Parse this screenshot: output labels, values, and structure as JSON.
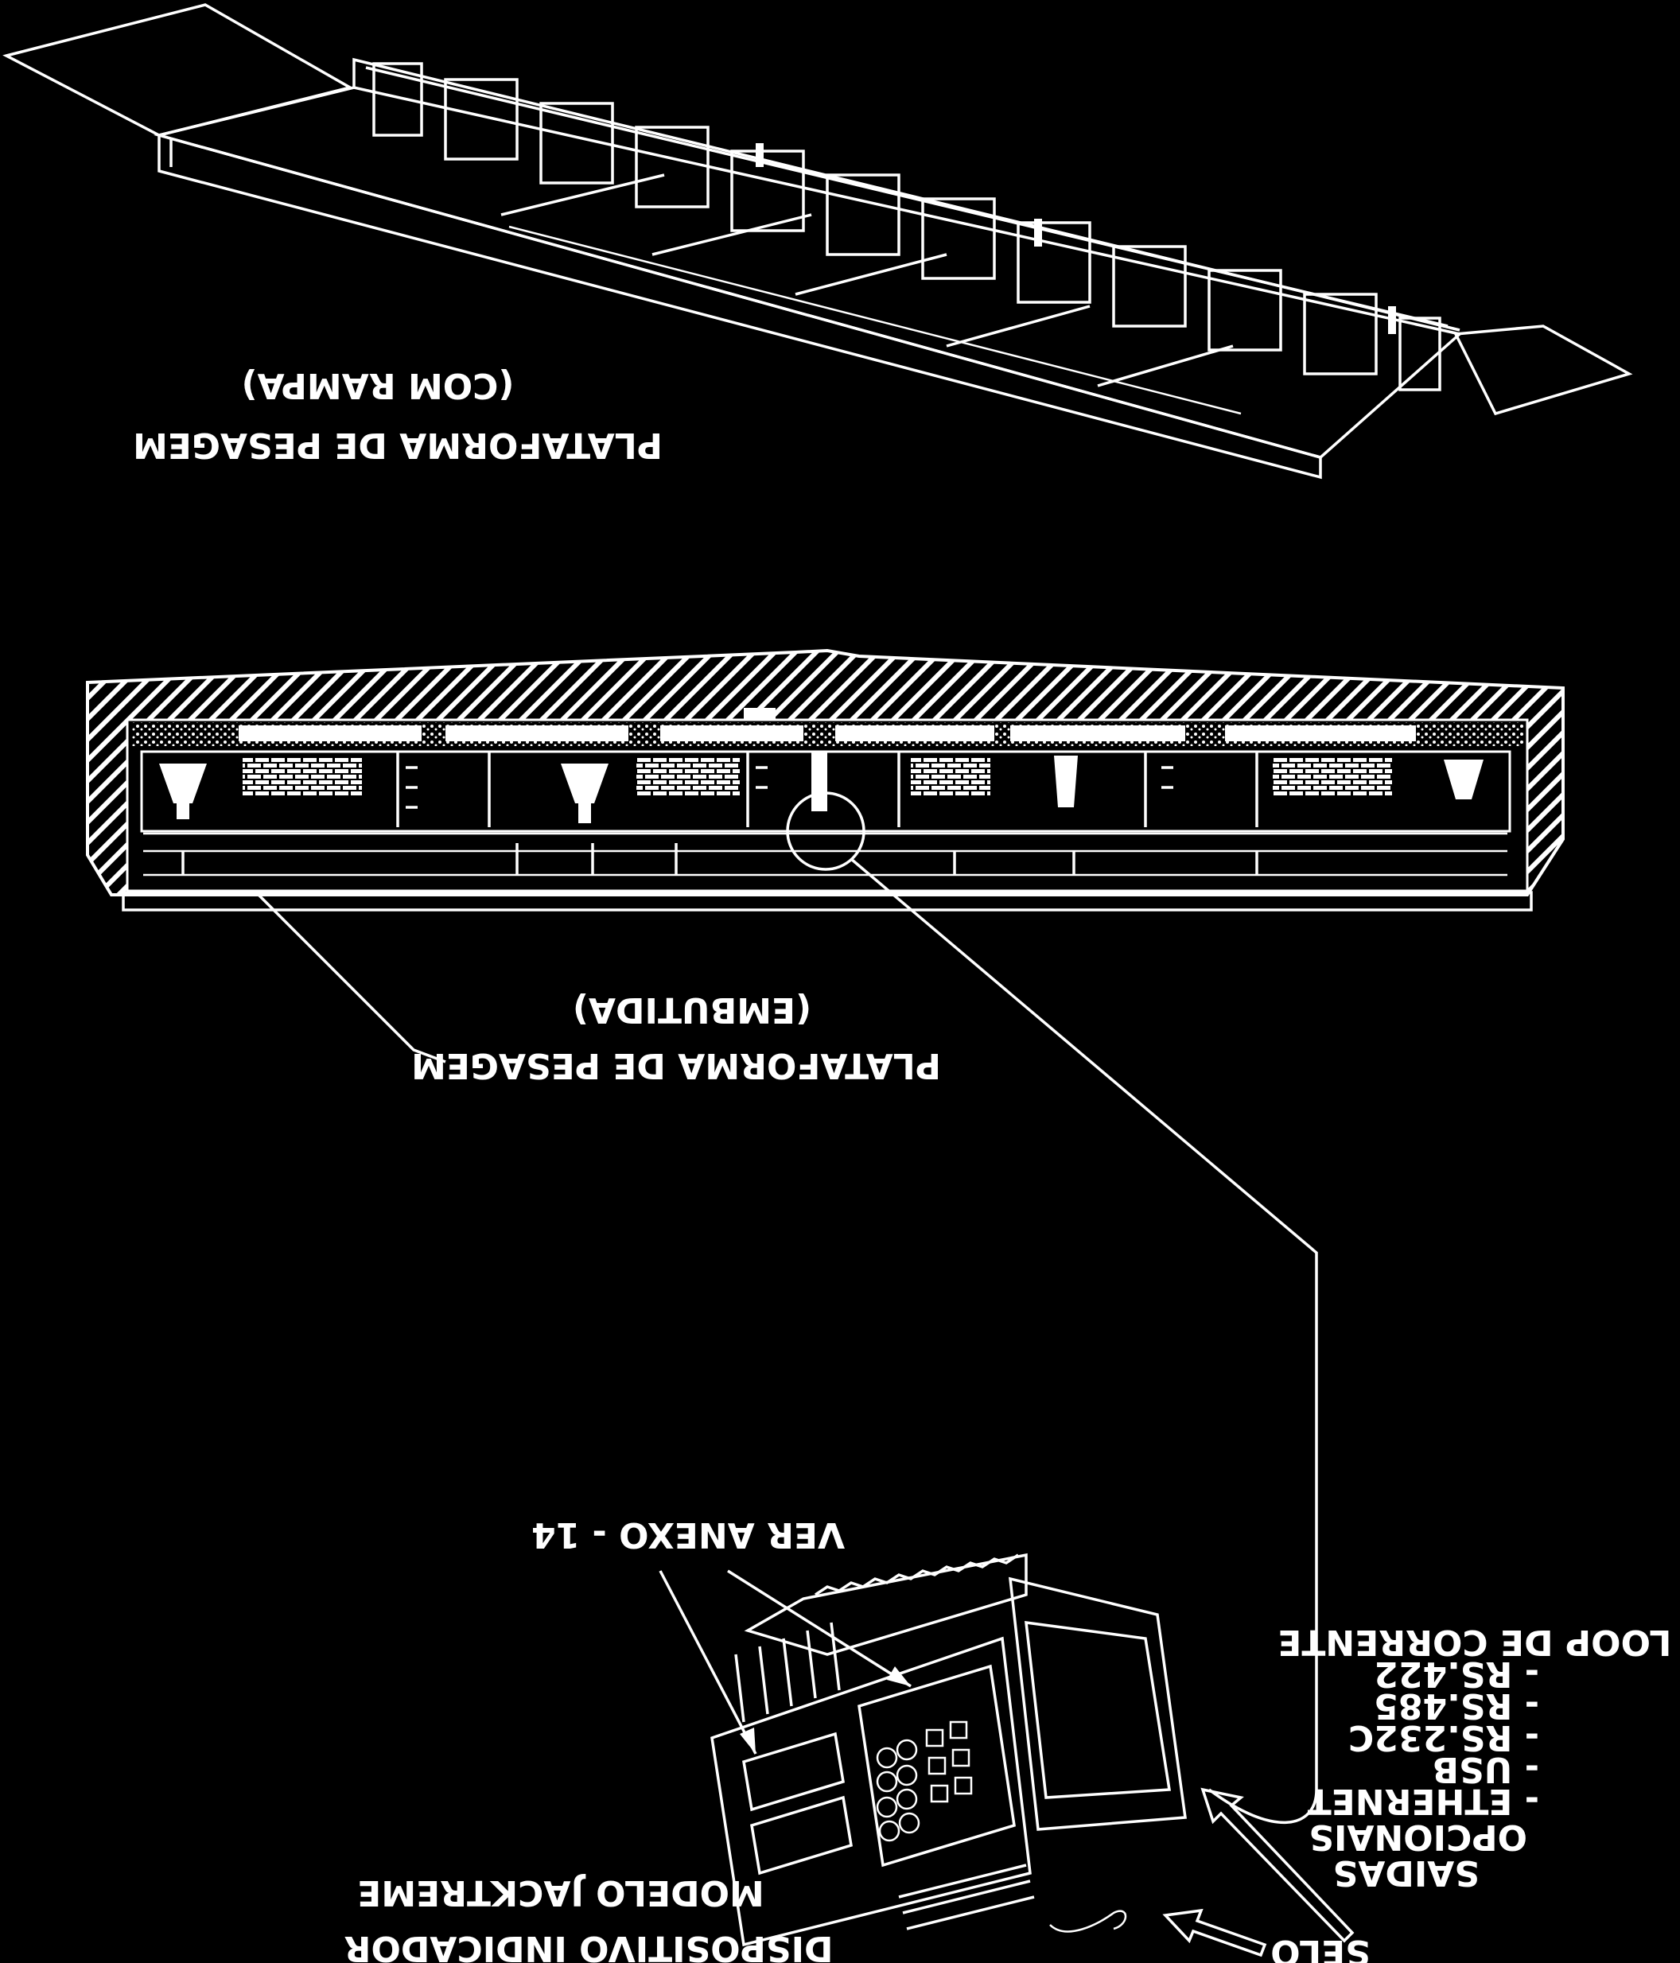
{
  "labels": {
    "platform_ramp_line1": "PLATAFORMA DE PESAGEM",
    "platform_ramp_line2": "(COM RAMPA)",
    "platform_embedded_line1": "PLATAFORMA DE PESAGEM",
    "platform_embedded_line2": "(EMBUTIDA)",
    "see_annex": "VER ANEXO - 14",
    "indicator_line1": "DISPOSITIVO INDICADOR",
    "indicator_line2": "MODELO JACKTREME",
    "seal": "SELO",
    "outputs_line1": "SAIDAS",
    "outputs_line2": "OPCIONAIS"
  },
  "output_options": [
    "- ETHERNET",
    "- USB",
    "- RS.232C",
    "- RS.485",
    "- RS.422",
    "- LOOP DE CORRENTE"
  ],
  "colors": {
    "background": "#000000",
    "line": "#ffffff"
  }
}
